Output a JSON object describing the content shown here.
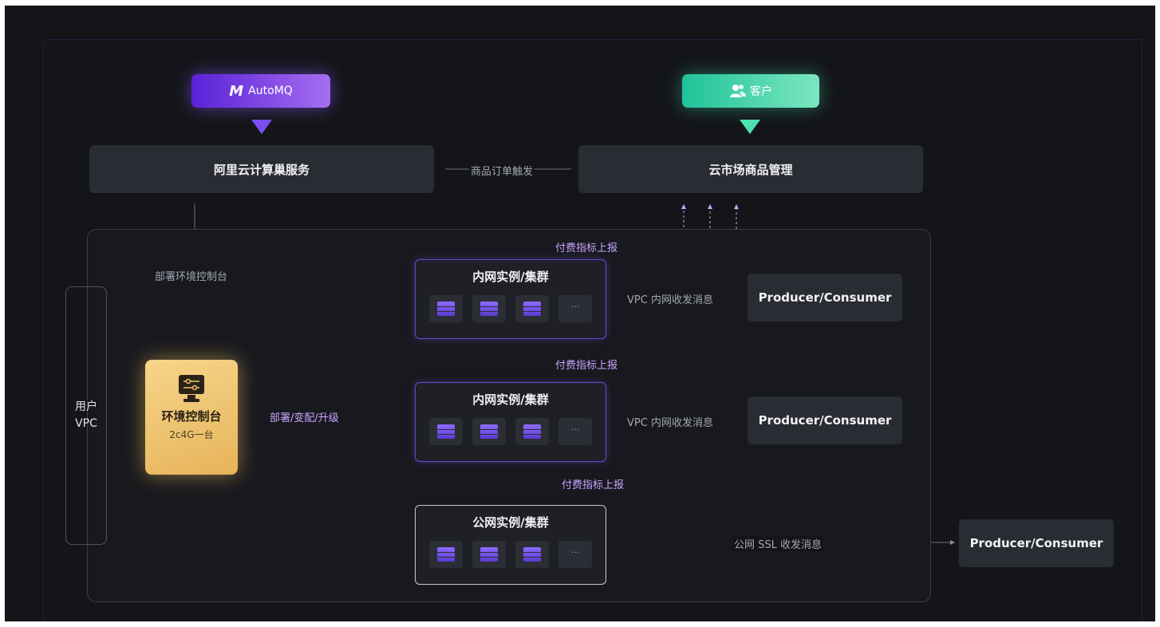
{
  "brand": {
    "automq_label": "AutoMQ",
    "customer_label": "客户"
  },
  "boxes": {
    "aliyun_service": "阿里云计算巢服务",
    "market_management": "云市场商品管理"
  },
  "labels": {
    "order_trigger": "商品订单触发",
    "deploy_console": "部署环境控制台",
    "deploy_change_upgrade": "部署/变配/升级",
    "billing_report": "付费指标上报",
    "vpc_internal_msg": "VPC 内网收发消息",
    "public_ssl_msg": "公网 SSL 收发消息"
  },
  "vpc": {
    "line1": "用户",
    "line2": "VPC"
  },
  "console": {
    "title": "环境控制台",
    "subtitle": "2c4G一台"
  },
  "clusters": [
    {
      "title": "内网实例/集群"
    },
    {
      "title": "内网实例/集群"
    },
    {
      "title": "公网实例/集群"
    }
  ],
  "node_more": "···",
  "clients": [
    {
      "label": "Producer/Consumer"
    },
    {
      "label": "Producer/Consumer"
    },
    {
      "label": "Producer/Consumer"
    }
  ],
  "icons": [
    "automq-logo-icon",
    "users-icon",
    "console-monitor-icon",
    "server-icon"
  ],
  "colors": {
    "accent_purple": "#7b4ef0",
    "accent_green": "#4fe0b0",
    "console_gold": "#f0c470",
    "label_pink": "#c9a4ff"
  }
}
